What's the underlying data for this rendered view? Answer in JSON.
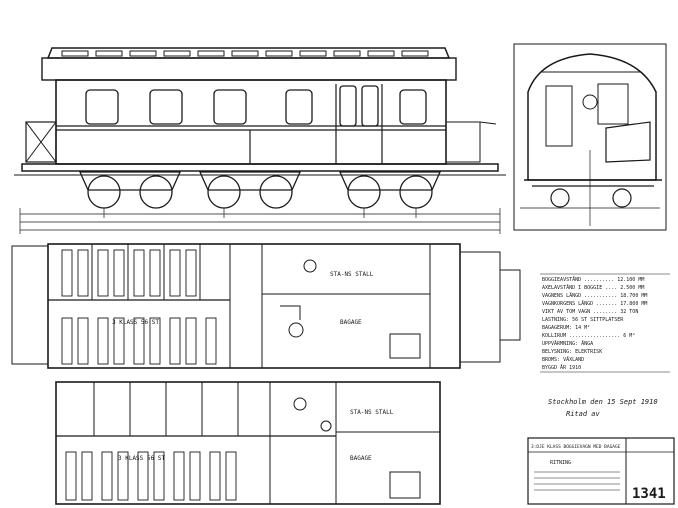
{
  "plan_upper": {
    "room_class": "3 KLASS 56 ST",
    "room_luggage": "STA-NS STALL",
    "room_baggage": "BAGAGE"
  },
  "plan_lower": {
    "room_class": "3 KLASS 56 ST",
    "room_luggage": "STA-NS STALL",
    "room_baggage": "BAGAGE"
  },
  "spec_table": {
    "rows": [
      "BOGGIEAVSTÅND .......... 12.100 MM",
      "AXELAVSTÅND I BOGGIE .... 2.500 MM",
      "VAGNENS LÄNGD ........... 18.700 MM",
      "VAGNKORGENS LÄNGD ....... 17.800 MM",
      "VIKT AV TOM VAGN ........ 32 TON",
      "LASTNING: 56 ST SITTPLATSER",
      "BAGAGERUM: 14 M²",
      "KOLLIRUM ................. 6 M²",
      "UPPVÄRMNING: ÅNGA",
      "BELYSNING: ELEKTRISK",
      "BROMS: VÄXLAND",
      "BYGGD ÅR 1910"
    ]
  },
  "signature": {
    "line1": "Stockholm den 15 Sept 1910",
    "line2": "Ritad av"
  },
  "title_block": {
    "title": "3:DJE KLASS BOGGIEVAGN MED BAGAGE",
    "subtitle": "RITNING"
  },
  "drawing_number": "1341",
  "colors": {
    "ink": "#1a1a1a",
    "paper": "#ffffff"
  }
}
